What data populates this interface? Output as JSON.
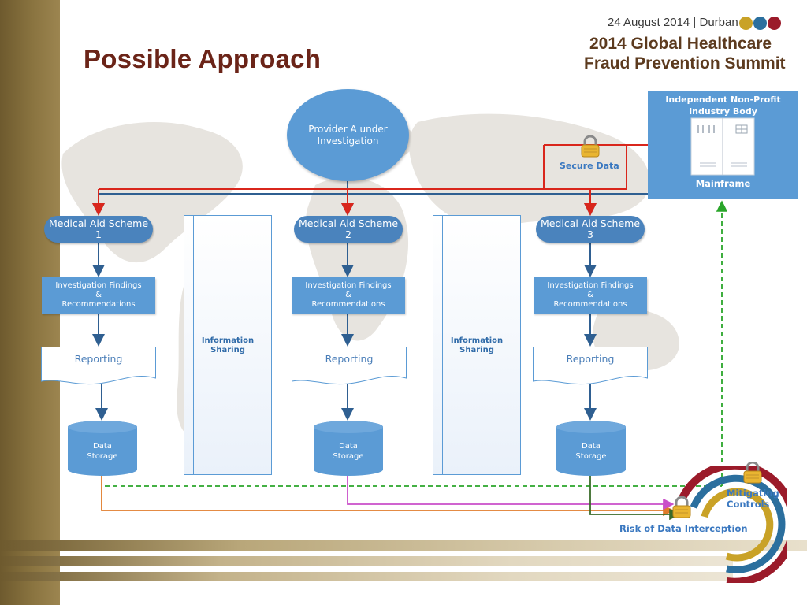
{
  "slide": {
    "title": "Possible Approach"
  },
  "header": {
    "date_location": "24 August 2014 | Durban",
    "summit_line1": "2014 Global Healthcare",
    "summit_line2": "Fraud Prevention Summit",
    "dot_colors": [
      "#c9a227",
      "#2b6f9e",
      "#9b1b2a"
    ]
  },
  "diagram": {
    "provider": "Provider A under Investigation",
    "schemes": [
      {
        "label_line1": "Medical Aid Scheme",
        "label_line2": "1"
      },
      {
        "label_line1": "Medical Aid Scheme",
        "label_line2": "2"
      },
      {
        "label_line1": "Medical Aid Scheme",
        "label_line2": "3"
      }
    ],
    "findings": {
      "line1": "Investigation Findings",
      "line2": "&",
      "line3": "Recommendations"
    },
    "reporting": "Reporting",
    "storage": {
      "line1": "Data",
      "line2": "Storage"
    },
    "info_sharing": {
      "line1": "Information",
      "line2": "Sharing"
    },
    "industry_body": {
      "line1": "Independent Non-Profit",
      "line2": "Industry Body"
    },
    "mainframe": "Mainframe",
    "secure_data": "Secure Data",
    "mitigating_controls": "Mitigating Controls",
    "risk": "Risk of Data Interception"
  },
  "colors": {
    "box_blue": "#5b9bd5",
    "scheme_blue": "#4a83bd",
    "arrow_blue": "#2f5f91",
    "red_link": "#d9261c",
    "green_dashed": "#2aa52a",
    "orange_link": "#e07b2a",
    "magenta_link": "#c94fc9",
    "dark_green_link": "#3a6b2a",
    "ring_gold": "#c9a227",
    "ring_teal": "#2b6f9e",
    "ring_red": "#9b1b2a"
  },
  "icons": {
    "lock": "padlock-icon",
    "server": "server-rack-icon"
  }
}
